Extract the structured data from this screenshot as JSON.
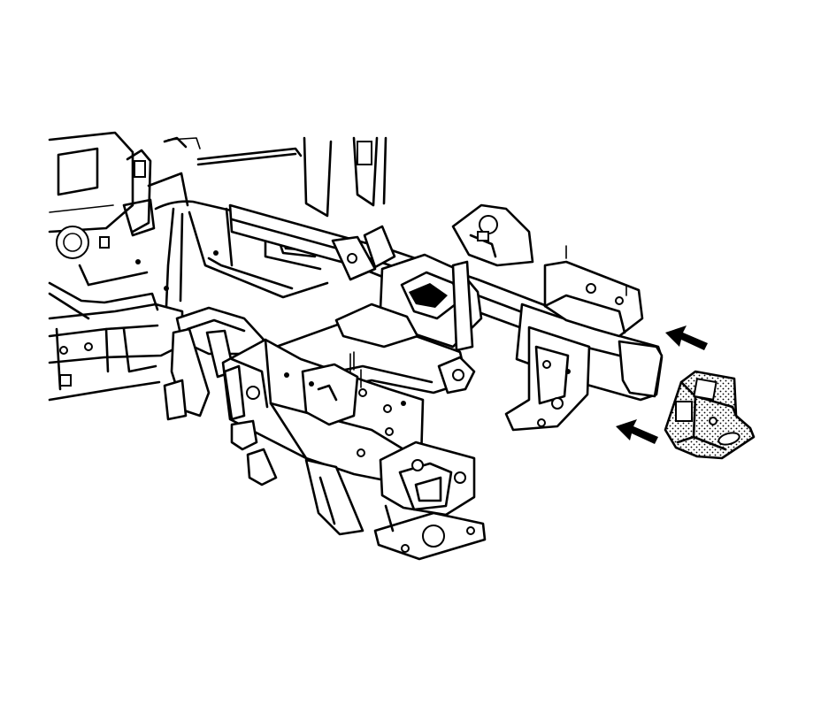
{
  "figure": {
    "background": "#ffffff",
    "line_color": "#000000"
  },
  "parts": {
    "body_structure": "body-structure",
    "front_frame": "front-frame-assembly",
    "crossmember": "front-crossmember",
    "mount_bracket": "mount-bracket",
    "bracket_fill_pattern": "stipple"
  },
  "callouts": {
    "arrow_count": 2,
    "arrow_color": "#000000",
    "direction": "toward-crossmember"
  }
}
